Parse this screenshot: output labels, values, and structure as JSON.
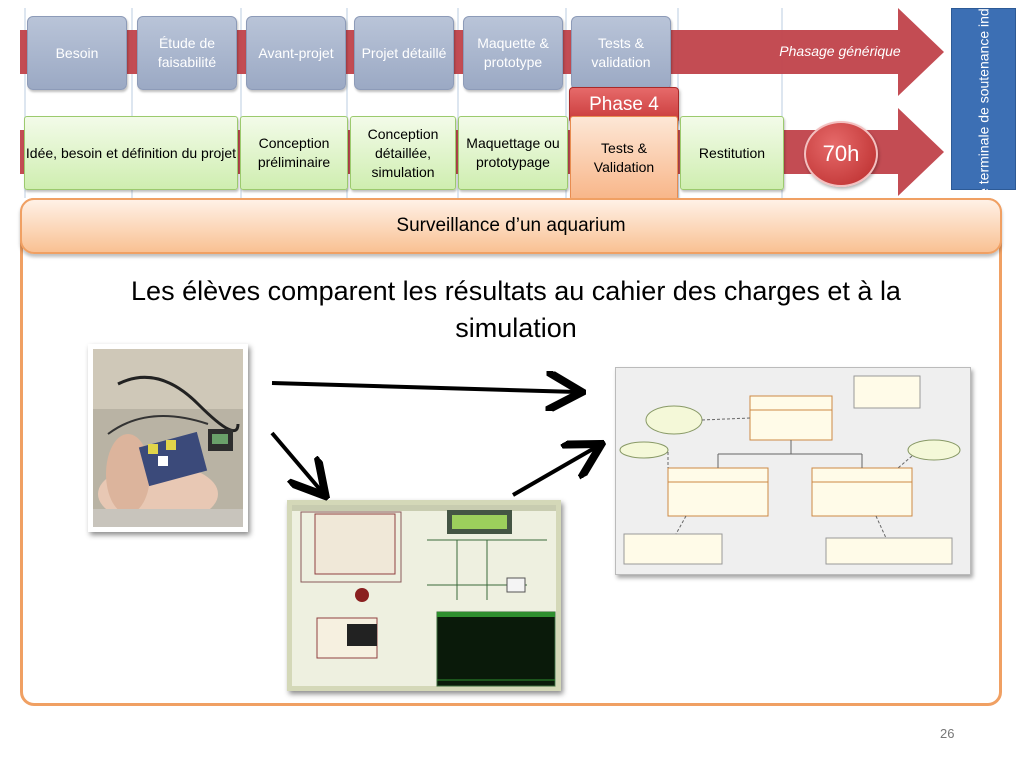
{
  "phases": [
    {
      "label": "Besoin"
    },
    {
      "label": "Étude de faisabilité"
    },
    {
      "label": "Avant-projet"
    },
    {
      "label": "Projet détaillé"
    },
    {
      "label": "Maquette & prototype"
    },
    {
      "label": "Tests & validation"
    }
  ],
  "phase_arrow_label": "Phasage générique",
  "phase_tag": "Phase 4",
  "steps": [
    {
      "label": "Idée, besoin et définition du projet"
    },
    {
      "label": "Conception préliminaire"
    },
    {
      "label": "Conception détaillée, simulation"
    },
    {
      "label": "Maquettage ou prototypage"
    },
    {
      "label": "Tests & Validation"
    },
    {
      "label": "Restitution"
    }
  ],
  "duration_badge": "70h",
  "vertical_tag": "Épreuve terminale de soutenance  individuelle",
  "title_bar": "Surveillance d’un aquarium",
  "heading": "Les élèves comparent les résultats au cahier des charges et à la simulation",
  "page_number": "26",
  "colors": {
    "arrow": "#c0424a",
    "phase_box": "#a8b4cc",
    "step_box": "#dff4c8",
    "active_step": "#f9c193",
    "panel_border": "#f0a063",
    "vertical_tag": "#3c6fb4"
  }
}
